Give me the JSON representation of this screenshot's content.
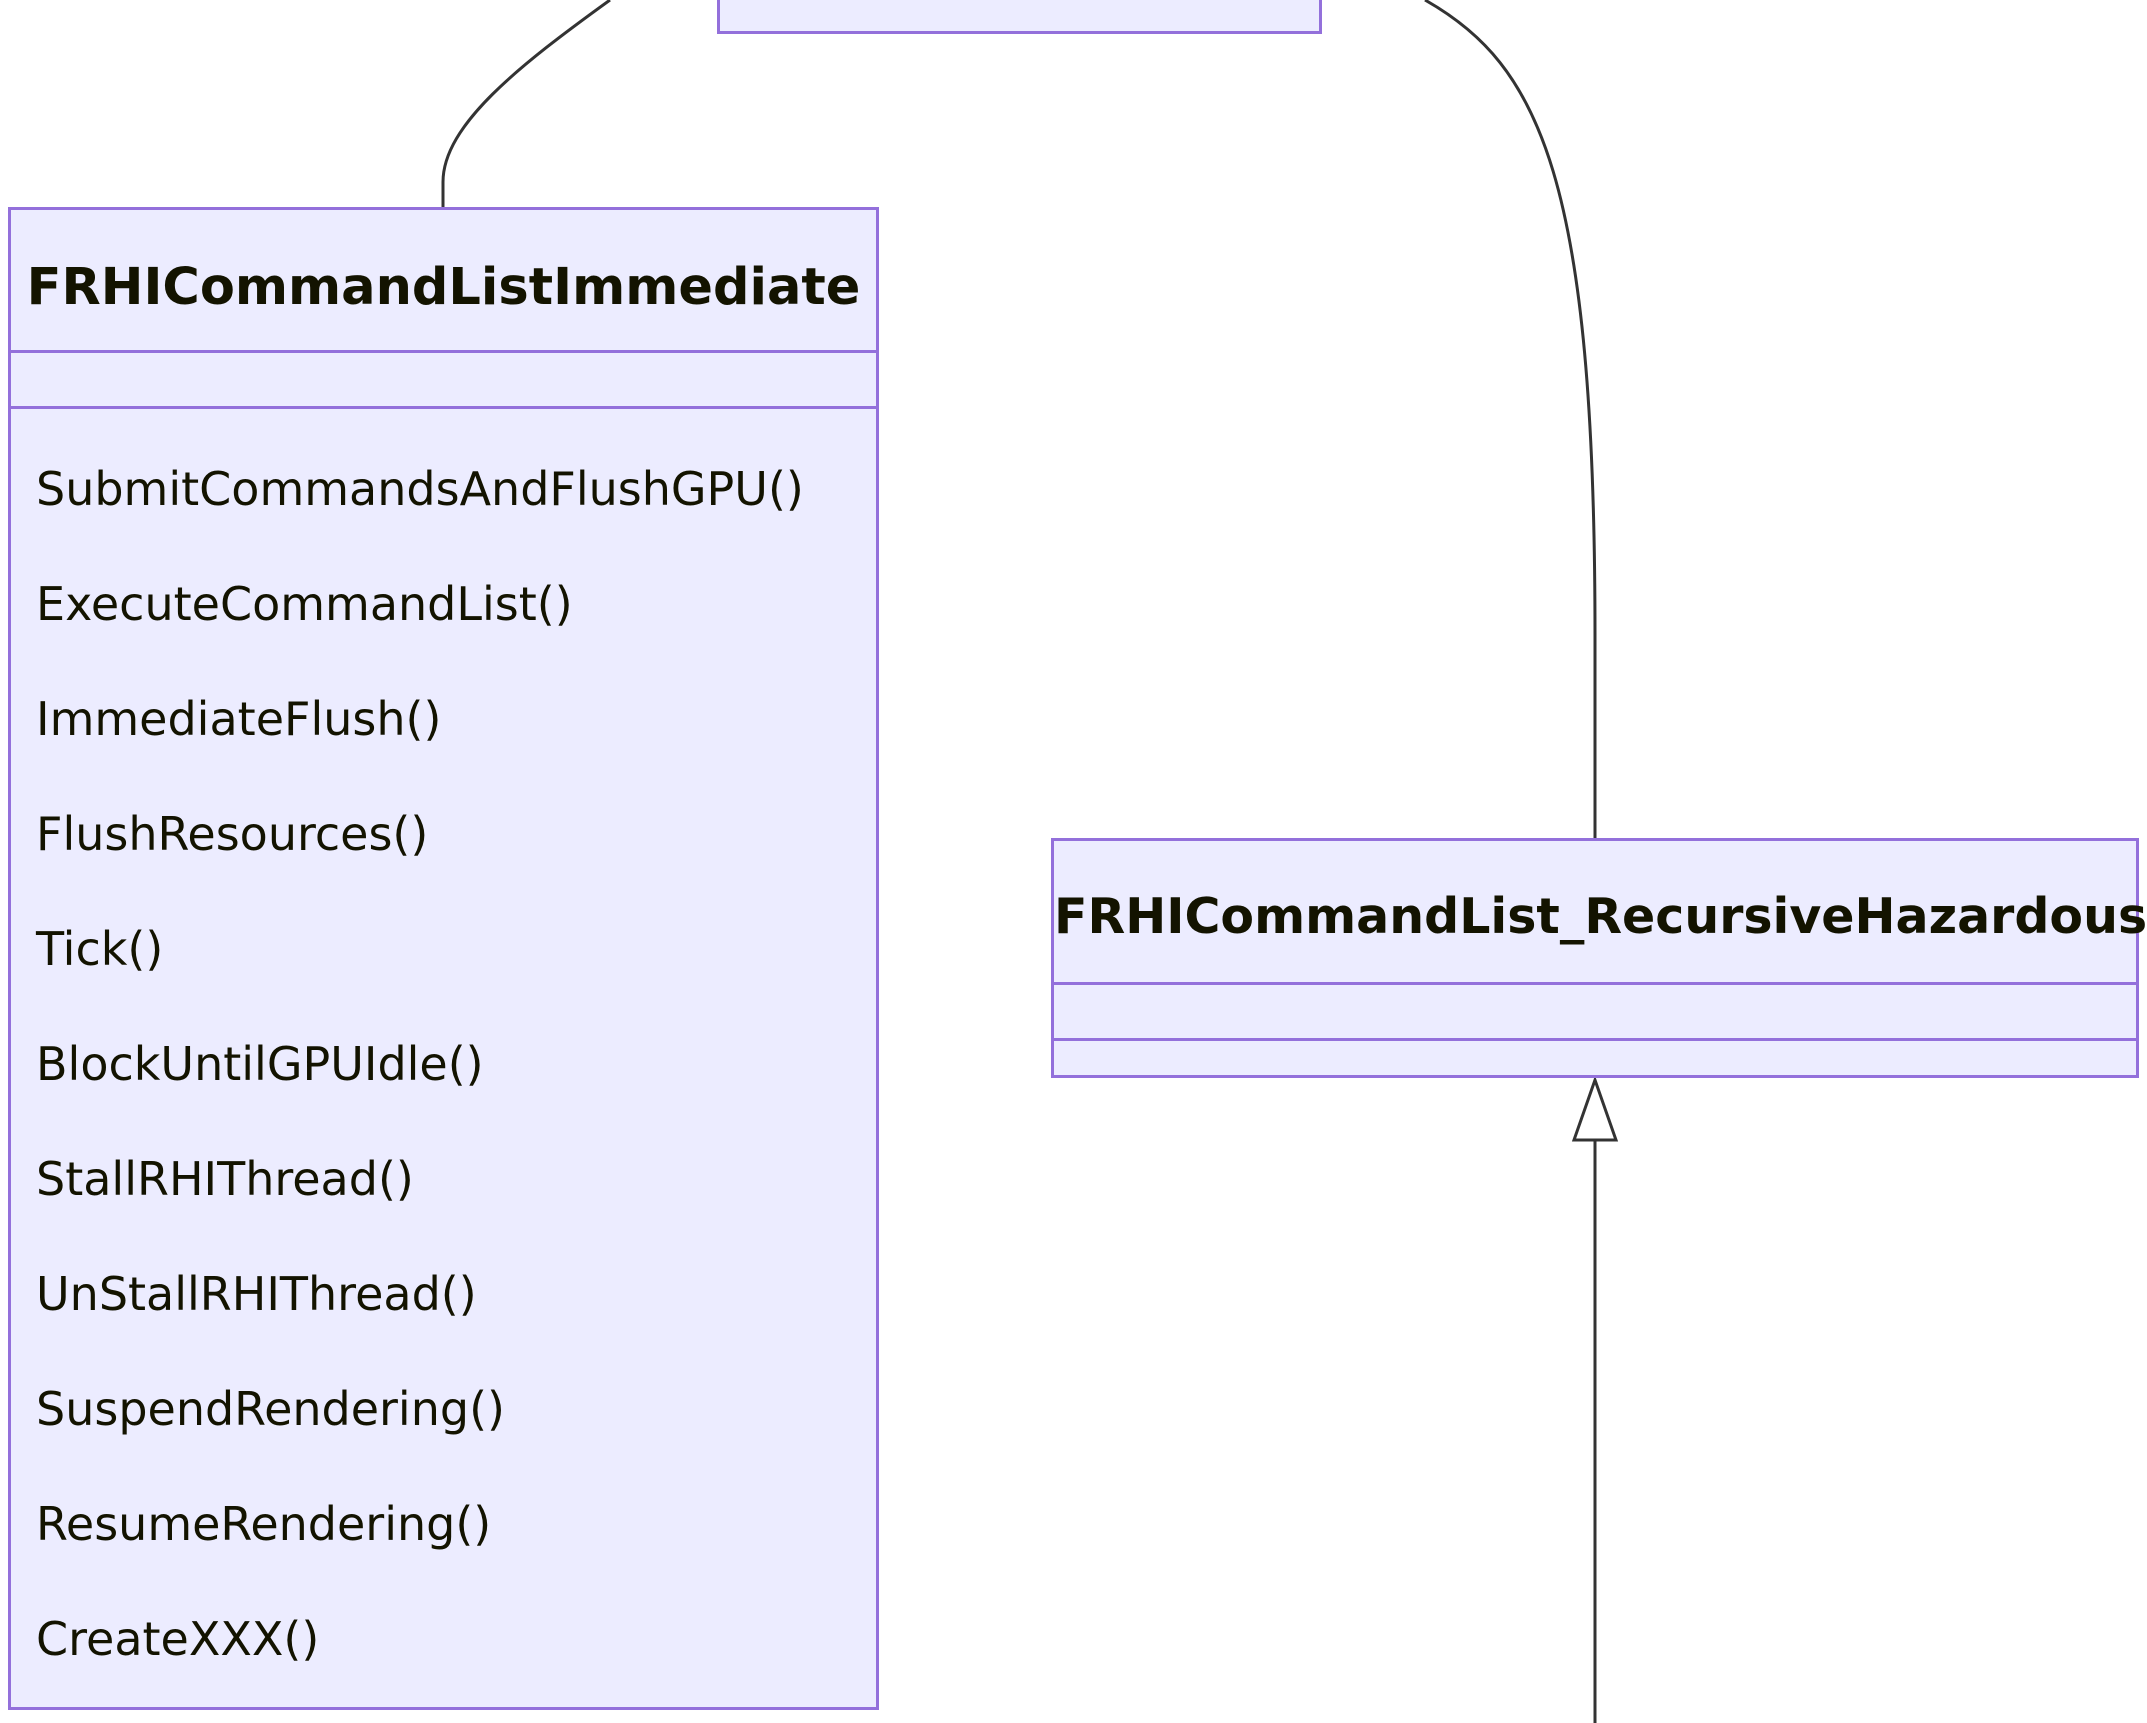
{
  "diagram": {
    "type": "uml-class-diagram",
    "colors": {
      "box_fill": "#ececff",
      "box_border": "#9370db",
      "text": "#131300",
      "edge": "#333333",
      "background": "#ffffff"
    },
    "classes": [
      {
        "id": "parent",
        "name": "",
        "methods": []
      },
      {
        "id": "immediate",
        "name": "FRHICommandListImmediate",
        "methods": [
          "SubmitCommandsAndFlushGPU()",
          "ExecuteCommandList()",
          "ImmediateFlush()",
          "FlushResources()",
          "Tick()",
          "BlockUntilGPUIdle()",
          "StallRHIThread()",
          "UnStallRHIThread()",
          "SuspendRendering()",
          "ResumeRendering()",
          "CreateXXX()"
        ]
      },
      {
        "id": "recursive",
        "name": "FRHICommandList_RecursiveHazardous",
        "methods": []
      }
    ],
    "relations": [
      {
        "from": "immediate",
        "to": "parent",
        "kind": "inheritance"
      },
      {
        "from": "recursive",
        "to": "parent",
        "kind": "inheritance"
      },
      {
        "from": "child-offscreen",
        "to": "recursive",
        "kind": "inheritance"
      }
    ]
  }
}
